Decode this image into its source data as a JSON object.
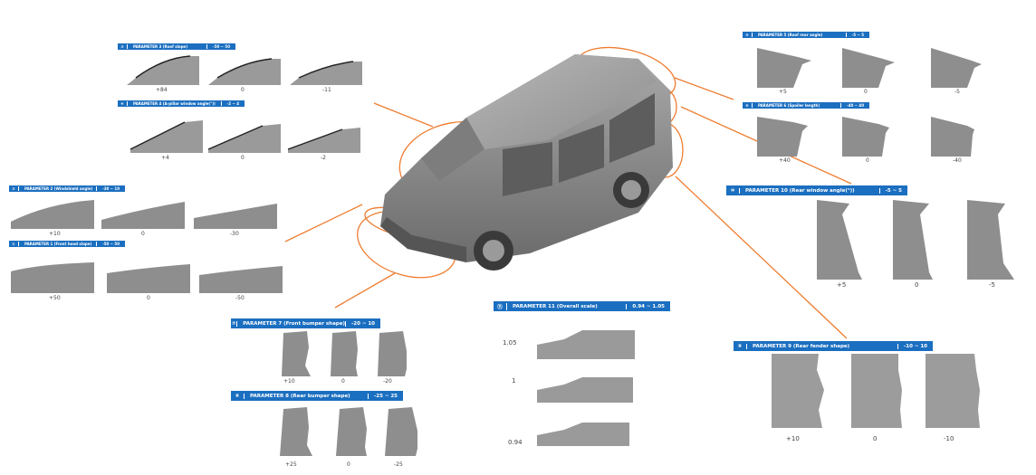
{
  "colors": {
    "accent": "#1b6fc0",
    "connector": "#ee7d31",
    "shape": "#8a8a8a"
  },
  "panels": [
    {
      "num": "①",
      "title": "PARAMETER 1 (Front hood slope)",
      "range": "-50 ~ 50",
      "labels": [
        "+50",
        "0",
        "-50"
      ]
    },
    {
      "num": "②",
      "title": "PARAMETER 2 (Windshield angle)",
      "range": "-30 ~ 10",
      "labels": [
        "+10",
        "0",
        "-30"
      ]
    },
    {
      "num": "③",
      "title": "PARAMETER 3 (Roof slope)",
      "range": "-50 ~ 50",
      "labels": [
        "+84",
        "0",
        "-11"
      ]
    },
    {
      "num": "④",
      "title": "PARAMETER 4 (A-pillar window angle(°))",
      "range": "-2 ~ 4",
      "labels": [
        "+4",
        "0",
        "-2"
      ]
    },
    {
      "num": "⑤",
      "title": "PARAMETER 5 (Roof rear angle)",
      "range": "-5 ~ 5",
      "labels": [
        "+5",
        "0",
        "-5"
      ]
    },
    {
      "num": "⑥",
      "title": "PARAMETER 6 (Spoiler length)",
      "range": "-40 ~ 40",
      "labels": [
        "+40",
        "0",
        "-40"
      ]
    },
    {
      "num": "⑦",
      "title": "PARAMETER 7 (Front bumper shape)",
      "range": "-20 ~ 10",
      "labels": [
        "+10",
        "0",
        "-20"
      ]
    },
    {
      "num": "⑧",
      "title": "PARAMETER 8 (Rear bumper shape)",
      "range": "-25 ~ 25",
      "labels": [
        "+25",
        "0",
        "-25"
      ]
    },
    {
      "num": "⑨",
      "title": "PARAMETER 9 (Rear fender shape)",
      "range": "-10 ~ 10",
      "labels": [
        "+10",
        "0",
        "-10"
      ]
    },
    {
      "num": "⑩",
      "title": "PARAMETER 10 (Rear window angle(°))",
      "range": "-5 ~ 5",
      "labels": [
        "+5",
        "0",
        "-5"
      ]
    },
    {
      "num": "⑪",
      "title": "PARAMETER 11 (Overall scale)",
      "range": "0.94 ~ 1.05",
      "labels": [
        "1.05",
        "1",
        "0.94"
      ]
    }
  ]
}
